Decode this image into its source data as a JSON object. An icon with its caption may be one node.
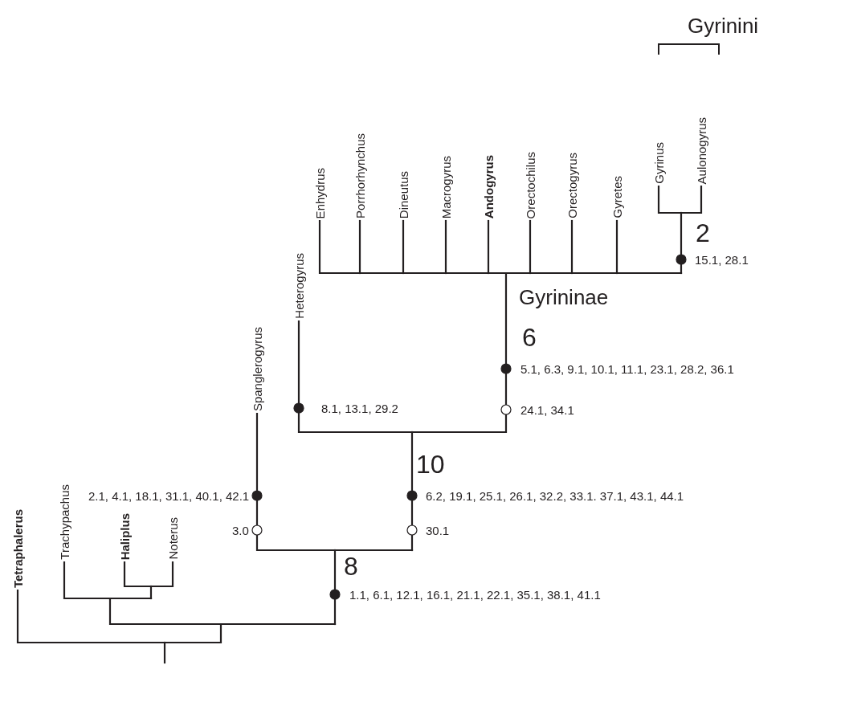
{
  "diagram": {
    "labels": [
      "Gyrinini",
      "Enhydrus",
      "Porrhorhynchus",
      "Dineutus",
      "Macrogyrus",
      "Andogyrus",
      "Orectochilus",
      "Orectogyrus",
      "Gyretes",
      "Gyrinus",
      "Aulonogyrus",
      "2",
      "15.1, 28.1",
      "Gyrininae",
      "Spanglerogyrus",
      "Heterogyrus",
      "6",
      "5.1, 6.3, 9.1, 10.1, 11.1, 23.1, 28.2, 36.1",
      "8.1, 13.1, 29.2",
      "24.1, 34.1",
      "10",
      "2.1, 4.1, 18.1, 31.1, 40.1, 42.1",
      "6.2, 19.1, 25.1, 26.1, 32.2, 33.1. 37.1, 43.1, 44.1",
      "3.0",
      "30.1",
      "Tetraphalerus",
      "Trachypachus",
      "Haliplus",
      "Noterus",
      "8",
      "1.1, 6.1, 12.1, 16.1, 21.1, 22.1, 35.1, 38.1, 41.1"
    ]
  }
}
